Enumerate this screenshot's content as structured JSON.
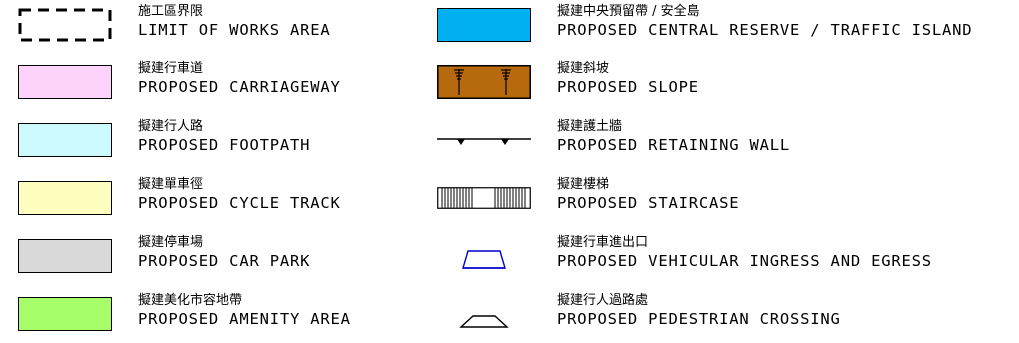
{
  "colors": {
    "carriageway": "#fdd3fb",
    "footpath": "#ccfafe",
    "cycle_track": "#fdfebf",
    "car_park": "#d9d9d9",
    "amenity_area": "#a6fd69",
    "central_reserve": "#00b0f0",
    "slope": "#b76a0d",
    "ingress_egress_symbol": "#0000cc"
  },
  "legend_left": [
    {
      "symbol": "dashed-boundary",
      "zh": "施工區界限",
      "en": "LIMIT OF WORKS AREA"
    },
    {
      "symbol": "pink-fill",
      "zh": "擬建行車道",
      "en": "PROPOSED CARRIAGEWAY"
    },
    {
      "symbol": "light-cyan-fill",
      "zh": "擬建行人路",
      "en": "PROPOSED FOOTPATH"
    },
    {
      "symbol": "light-yellow-fill",
      "zh": "擬建單車徑",
      "en": "PROPOSED CYCLE TRACK"
    },
    {
      "symbol": "grey-fill",
      "zh": "擬建停車場",
      "en": "PROPOSED CAR PARK"
    },
    {
      "symbol": "green-fill",
      "zh": "擬建美化市容地帶",
      "en": "PROPOSED AMENITY AREA"
    }
  ],
  "legend_right": [
    {
      "symbol": "blue-fill",
      "zh": "擬建中央預留帶 / 安全島",
      "en": "PROPOSED CENTRAL RESERVE / TRAFFIC ISLAND"
    },
    {
      "symbol": "slope-hatch",
      "zh": "擬建斜坡",
      "en": "PROPOSED SLOPE"
    },
    {
      "symbol": "retaining-wall-line",
      "zh": "擬建護土牆",
      "en": "PROPOSED RETAINING WALL"
    },
    {
      "symbol": "staircase-hatch",
      "zh": "擬建樓梯",
      "en": "PROPOSED STAIRCASE"
    },
    {
      "symbol": "trapezoid-blue",
      "zh": "擬建行車進出口",
      "en": "PROPOSED VEHICULAR INGRESS AND EGRESS"
    },
    {
      "symbol": "trapezoid-black",
      "zh": "擬建行人過路處",
      "en": "PROPOSED PEDESTRIAN CROSSING"
    }
  ]
}
